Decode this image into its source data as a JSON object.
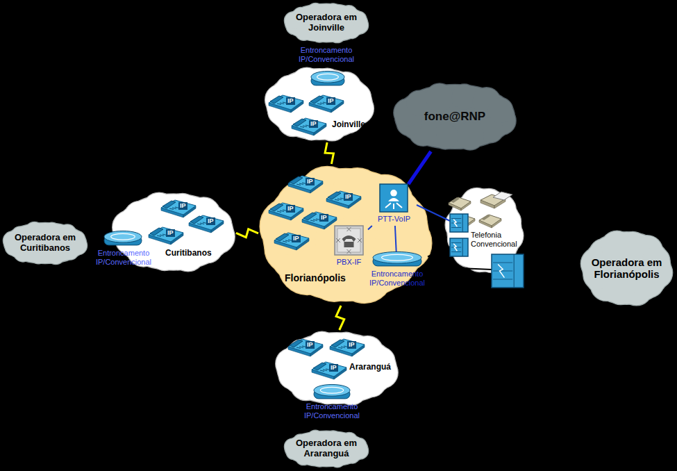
{
  "diagram": {
    "nodes": [
      {
        "text": [
          "Operadora em Joinville"
        ]
      },
      {
        "text": [
          "Joinville"
        ]
      },
      {
        "text": [
          "Entroncamento IP/Convencional"
        ],
        "in": 1
      },
      {
        "text": [
          "fone@RNP"
        ]
      },
      {
        "text": [
          "Operadora em Curitibanos"
        ]
      },
      {
        "text": [
          "Curitibanos"
        ]
      },
      {
        "text": [
          "Entroncamento IP/Convencional"
        ],
        "in": 5
      },
      {
        "text": [
          "Florianópolis"
        ]
      },
      {
        "text": [
          "PTT-VoIP"
        ],
        "in": 7
      },
      {
        "text": [
          "PBX-IF"
        ],
        "in": 7
      },
      {
        "text": [
          "Entroncamento IP/Convencional"
        ],
        "in": 7
      },
      {
        "text": [
          "Telefonia Convencional"
        ]
      },
      {
        "text": [
          "Operadora em Florianópolis"
        ]
      },
      {
        "text": [
          "Araranguá"
        ]
      },
      {
        "text": [
          "Entroncamento IP/Convencional"
        ],
        "in": 13
      },
      {
        "text": [
          "Operadora em Araranguá"
        ]
      }
    ],
    "edges": [
      {
        "from": 1,
        "to": 7,
        "arrow": "none"
      },
      {
        "from": 5,
        "to": 7,
        "arrow": "none"
      },
      {
        "from": 13,
        "to": 7,
        "arrow": "none"
      },
      {
        "from": 3,
        "to": 8,
        "arrow": "none"
      },
      {
        "from": 8,
        "to": 9,
        "arrow": "none"
      },
      {
        "from": 8,
        "to": 10,
        "arrow": "none"
      },
      {
        "from": 10,
        "to": 11,
        "arrow": "none"
      }
    ],
    "labels": [
      "IP",
      "IP",
      "IP",
      "IP",
      "IP",
      "IP",
      "IP",
      "IP",
      "IP",
      "IP",
      "IP",
      "IP",
      "IP",
      "IP"
    ]
  }
}
